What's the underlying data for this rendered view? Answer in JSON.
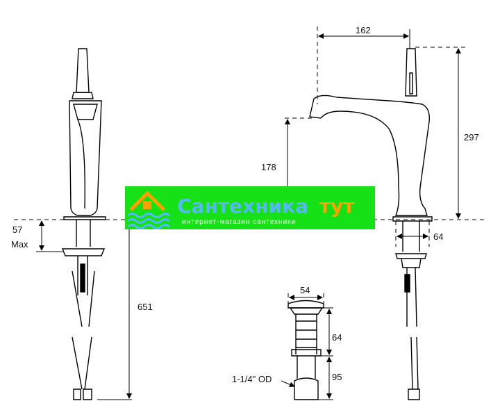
{
  "dimensions": {
    "width_top": "162",
    "height_total": "297",
    "spout_height": "178",
    "base_height": "57",
    "max_label": "Max",
    "base_width": "64",
    "hose_length": "651",
    "drain_width": "54",
    "drain_body_height": "64",
    "drain_tail_height": "95",
    "drain_od": "1-1/4\" OD"
  },
  "watermark": {
    "brand_main": "Сантехника",
    "brand_accent": "тут",
    "tagline": "интернет-магазин сантехники",
    "colors": {
      "band": "#16e016",
      "text": "#55b8ff",
      "accent": "#ffa000",
      "tagline": "#ffffff"
    }
  }
}
